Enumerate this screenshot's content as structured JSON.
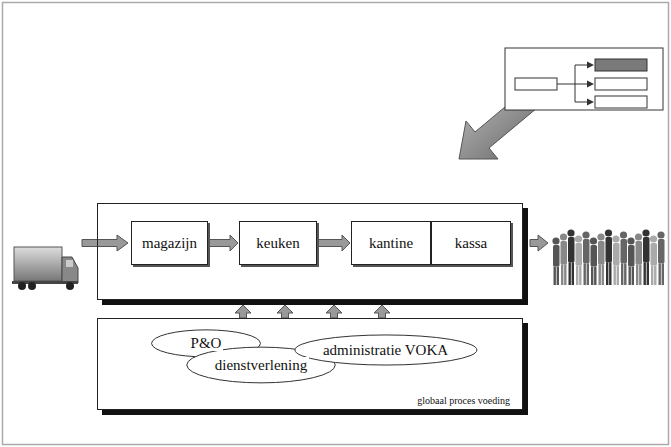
{
  "diagram": {
    "nodes": [
      {
        "text": []
      },
      {
        "text": [
          "magazijn"
        ],
        "in": 0
      },
      {
        "text": [
          "keuken"
        ],
        "in": 0
      },
      {
        "text": [
          "kantine"
        ],
        "in": 0
      },
      {
        "text": [
          "kassa"
        ],
        "in": 0
      },
      {
        "text": [
          "globaal proces voeding"
        ]
      },
      {
        "text": [
          "P&O"
        ],
        "in": 5
      },
      {
        "text": [
          "dienstverlening"
        ],
        "in": 5
      },
      {
        "text": [
          "administratie VOKA"
        ],
        "in": 5
      }
    ],
    "edges": [
      {
        "from": 1,
        "to": 2,
        "arrow": "to"
      },
      {
        "from": 2,
        "to": 3,
        "arrow": "to"
      },
      {
        "from": 5,
        "to": 0,
        "arrow": "to"
      },
      {
        "from": 5,
        "to": 0,
        "arrow": "to"
      },
      {
        "from": 5,
        "to": 0,
        "arrow": "to"
      },
      {
        "from": 5,
        "to": 0,
        "arrow": "to"
      }
    ]
  }
}
